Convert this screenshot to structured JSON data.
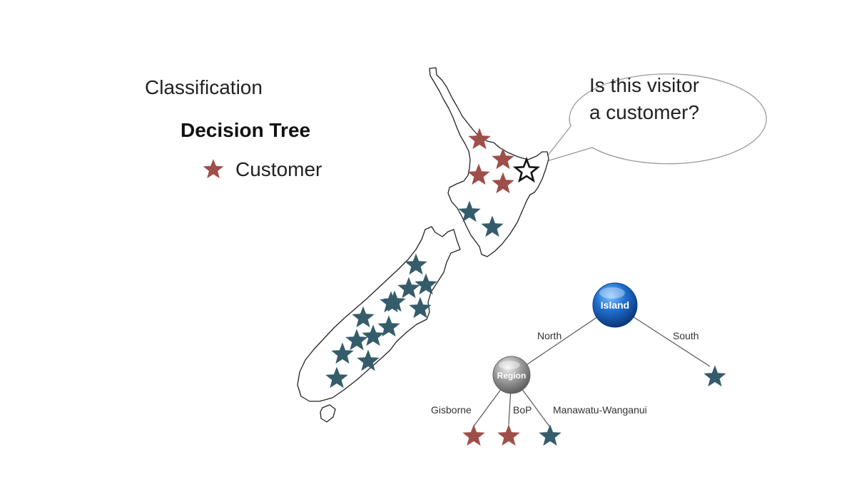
{
  "slide": {
    "heading": "Classification",
    "subheading": "Decision Tree",
    "legend": {
      "label": "Customer",
      "marker_color": "#9e4f4a"
    },
    "speech_bubble": {
      "line1": "Is this visitor",
      "line2": "a customer?"
    }
  },
  "colors": {
    "customer": "#9e4f4a",
    "non_customer": "#355c6b",
    "unknown": "#ffffff",
    "map_outline": "#222222"
  },
  "map": {
    "markers": [
      {
        "type": "customer"
      },
      {
        "type": "customer"
      },
      {
        "type": "customer"
      },
      {
        "type": "customer"
      },
      {
        "type": "unknown"
      },
      {
        "type": "non_customer"
      },
      {
        "type": "non_customer"
      },
      {
        "type": "non_customer"
      },
      {
        "type": "non_customer"
      },
      {
        "type": "non_customer"
      },
      {
        "type": "non_customer"
      },
      {
        "type": "non_customer"
      },
      {
        "type": "non_customer"
      },
      {
        "type": "non_customer"
      },
      {
        "type": "non_customer"
      },
      {
        "type": "non_customer"
      },
      {
        "type": "non_customer"
      },
      {
        "type": "non_customer"
      },
      {
        "type": "non_customer"
      },
      {
        "type": "non_customer"
      }
    ]
  },
  "tree": {
    "root": {
      "label": "Island",
      "color": "#1f6fcf"
    },
    "root_edges": [
      {
        "label": "North",
        "child": "Region"
      },
      {
        "label": "South",
        "child_marker": "non_customer"
      }
    ],
    "region": {
      "label": "Region",
      "color": "#9a9a9a"
    },
    "region_edges": [
      {
        "label": "Gisborne",
        "child_marker": "customer"
      },
      {
        "label": "BoP",
        "child_marker": "customer"
      },
      {
        "label": "Manawatu-Wanganui",
        "child_marker": "non_customer"
      }
    ]
  }
}
